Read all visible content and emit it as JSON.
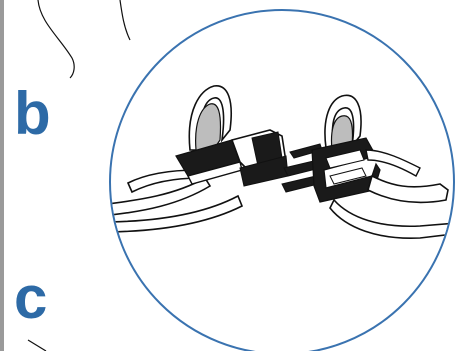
{
  "steps": {
    "b": {
      "label": "b"
    },
    "c": {
      "label": "c"
    }
  },
  "colors": {
    "accent": "#2d6aa6",
    "circle_stroke": "#3a73b0",
    "ink": "#111111",
    "buckle_fill": "#1a1a1a",
    "strap_shade": "#bdbdbd",
    "rule": "#9a9a9a"
  },
  "illustration": {
    "subject": "buckle-connection-detail"
  }
}
